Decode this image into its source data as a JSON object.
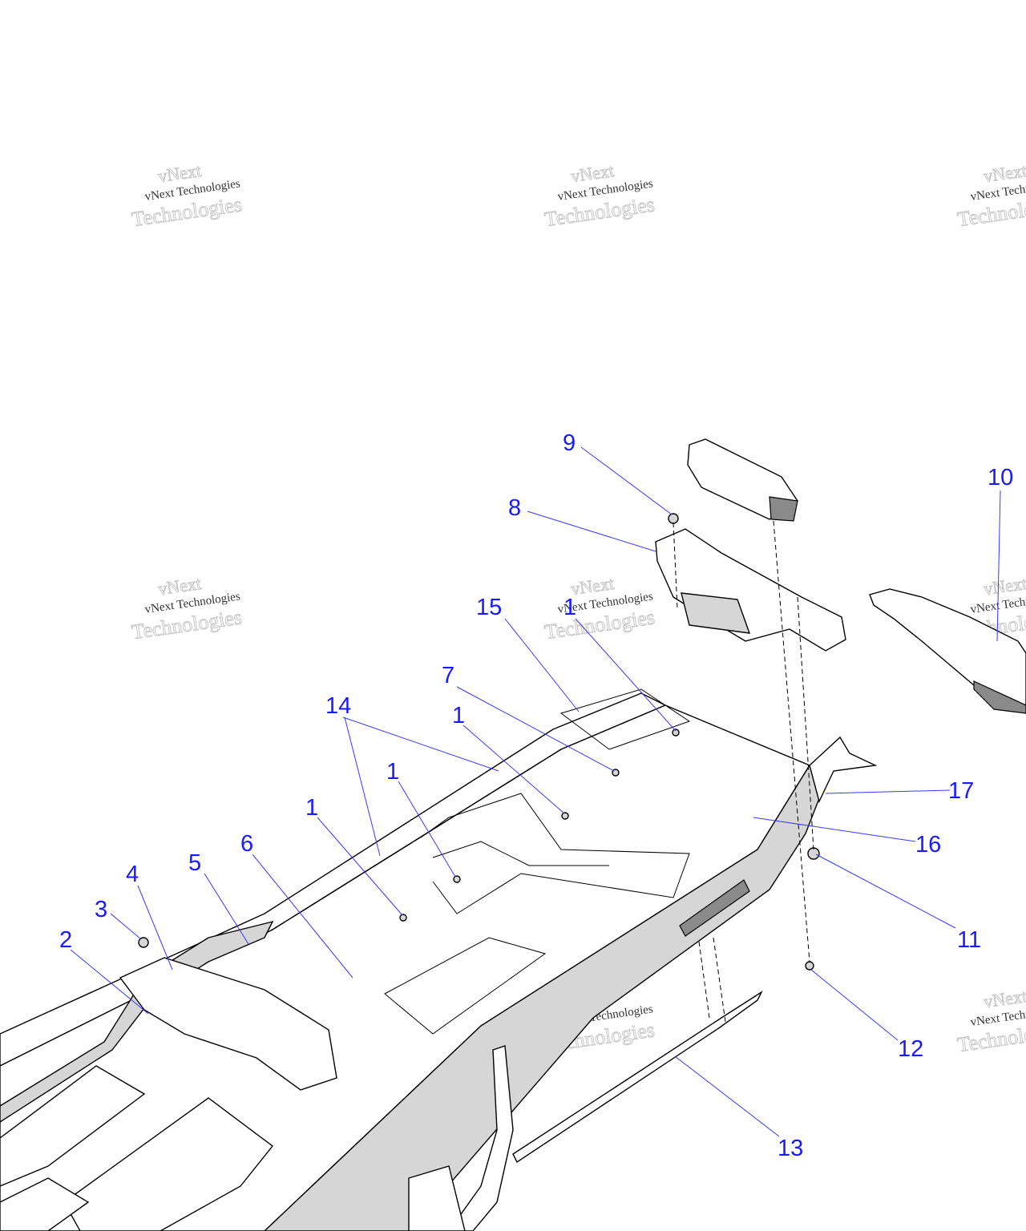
{
  "colors": {
    "callout": "#1a1aff",
    "leader": "#3a3aff",
    "outline": "#000000",
    "shade": "#d6d6d6",
    "watermark": "#c8c8c8"
  },
  "watermark": {
    "top": "vNext",
    "middle": "vNext Technologies",
    "bottom": "Technologies"
  },
  "callouts": [
    {
      "id": "c9",
      "label": "9"
    },
    {
      "id": "c10",
      "label": "10"
    },
    {
      "id": "c8",
      "label": "8"
    },
    {
      "id": "c15",
      "label": "15"
    },
    {
      "id": "c1a",
      "label": "1"
    },
    {
      "id": "c7",
      "label": "7"
    },
    {
      "id": "c14",
      "label": "14"
    },
    {
      "id": "c1b",
      "label": "1"
    },
    {
      "id": "c17",
      "label": "17"
    },
    {
      "id": "c1c",
      "label": "1"
    },
    {
      "id": "c16",
      "label": "16"
    },
    {
      "id": "c1d",
      "label": "1"
    },
    {
      "id": "c6",
      "label": "6"
    },
    {
      "id": "c5",
      "label": "5"
    },
    {
      "id": "c4",
      "label": "4"
    },
    {
      "id": "c3",
      "label": "3"
    },
    {
      "id": "c11",
      "label": "11"
    },
    {
      "id": "c2",
      "label": "2"
    },
    {
      "id": "c12",
      "label": "12"
    },
    {
      "id": "c13",
      "label": "13"
    }
  ]
}
